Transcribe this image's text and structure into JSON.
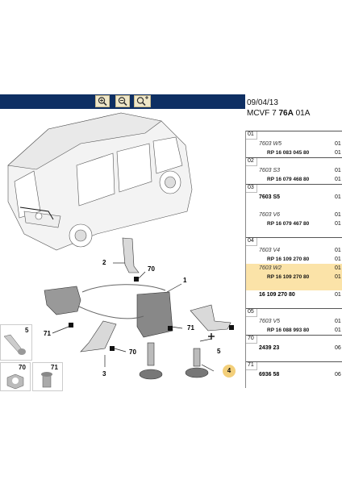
{
  "header": {
    "date": "09/04/13",
    "code_prefix": "MCVF 7 ",
    "code_bold": "76A",
    "code_suffix": " 01A"
  },
  "toolbar": {
    "buttons": [
      "zoom-in-icon",
      "zoom-out-icon",
      "zoom-fit-icon"
    ]
  },
  "callouts": {
    "c1": "1",
    "c2": "2",
    "c3": "3",
    "c4": "4",
    "c5": "5",
    "c70a": "70",
    "c70b": "70",
    "c71a": "71",
    "c71b": "71"
  },
  "thumbs": {
    "t5": "5",
    "t70": "70",
    "t71": "71"
  },
  "parts": [
    {
      "num": "01",
      "rows": [
        {
          "label": "7603 W5",
          "ref": "",
          "qty": "01"
        },
        {
          "label": "",
          "ref": "RP 16 083 045 80",
          "qty": "01"
        }
      ]
    },
    {
      "num": "02",
      "rows": [
        {
          "label": "7603 S3",
          "ref": "",
          "qty": "01"
        },
        {
          "label": "",
          "ref": "RP 16 079 468 80",
          "qty": "01"
        }
      ]
    },
    {
      "num": "03",
      "rows": [
        {
          "label": "7603 S5",
          "ref": "",
          "qty": "01",
          "bold": true
        },
        {
          "label": "",
          "ref": "",
          "qty": ""
        },
        {
          "label": "7603 V6",
          "ref": "",
          "qty": "01"
        },
        {
          "label": "",
          "ref": "RP 16 079 467 80",
          "qty": "01"
        },
        {
          "label": "",
          "ref": "",
          "qty": ""
        }
      ]
    },
    {
      "num": "04",
      "rows": [
        {
          "label": "7603 V4",
          "ref": "",
          "qty": "01"
        },
        {
          "label": "",
          "ref": "RP 16 109 270 80",
          "qty": "01"
        },
        {
          "label": "7603 W2",
          "ref": "",
          "qty": "01",
          "hl": true
        },
        {
          "label": "",
          "ref": "RP 16 109 270 80",
          "qty": "01",
          "hl": true
        },
        {
          "label": "",
          "ref": "",
          "qty": "",
          "hl": true
        },
        {
          "label": "16 109 270 80",
          "ref": "",
          "qty": "01",
          "bold": true
        },
        {
          "label": "",
          "ref": "",
          "qty": ""
        }
      ]
    },
    {
      "num": "05",
      "rows": [
        {
          "label": "7603 V5",
          "ref": "",
          "qty": "01"
        },
        {
          "label": "",
          "ref": "RP 16 088 993 80",
          "qty": "01"
        }
      ]
    },
    {
      "num": "70",
      "rows": [
        {
          "label": "2439 23",
          "ref": "",
          "qty": "06",
          "bold": true
        },
        {
          "label": "",
          "ref": "",
          "qty": ""
        }
      ]
    },
    {
      "num": "71",
      "rows": [
        {
          "label": "6936 58",
          "ref": "",
          "qty": "06",
          "bold": true
        },
        {
          "label": "",
          "ref": "",
          "qty": ""
        }
      ]
    }
  ]
}
